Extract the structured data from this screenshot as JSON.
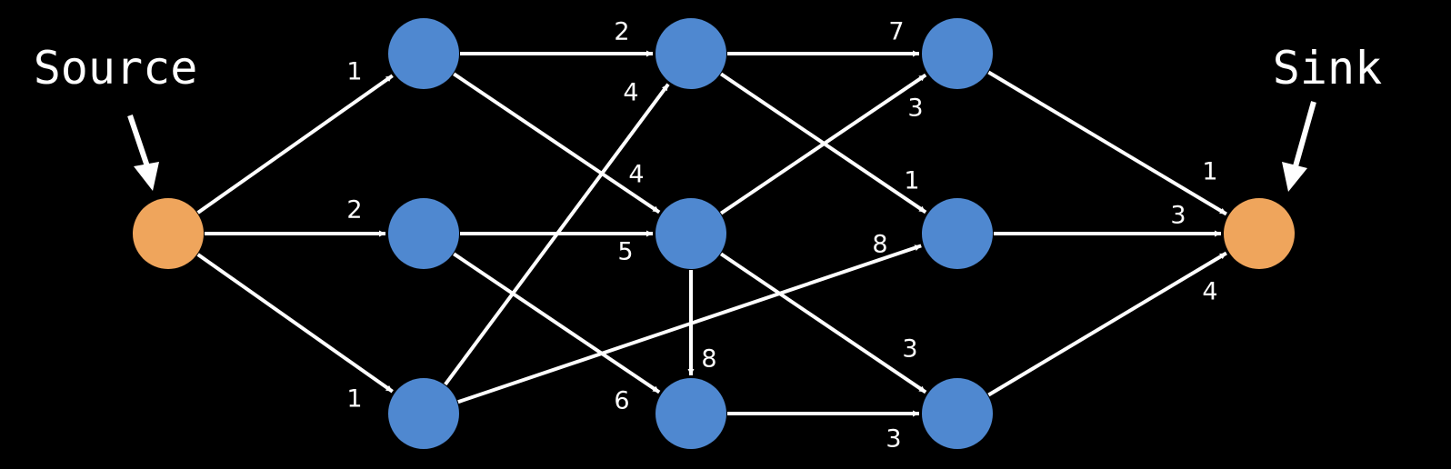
{
  "labels": {
    "source": "Source",
    "sink": "Sink"
  },
  "colors": {
    "background": "#000000",
    "terminal": "#EFA55C",
    "internal": "#4F88D0",
    "edge": "#FFFFFF",
    "text": "#FFFFFF"
  },
  "nodes": [
    {
      "id": "s",
      "kind": "terminal"
    },
    {
      "id": "a1",
      "kind": "internal"
    },
    {
      "id": "a2",
      "kind": "internal"
    },
    {
      "id": "a3",
      "kind": "internal"
    },
    {
      "id": "b1",
      "kind": "internal"
    },
    {
      "id": "b2",
      "kind": "internal"
    },
    {
      "id": "b3",
      "kind": "internal"
    },
    {
      "id": "c1",
      "kind": "internal"
    },
    {
      "id": "c2",
      "kind": "internal"
    },
    {
      "id": "c3",
      "kind": "internal"
    },
    {
      "id": "t",
      "kind": "terminal"
    }
  ],
  "edges": [
    {
      "from": "s",
      "to": "a1",
      "capacity": "1"
    },
    {
      "from": "s",
      "to": "a2",
      "capacity": "2"
    },
    {
      "from": "s",
      "to": "a3",
      "capacity": "1"
    },
    {
      "from": "a1",
      "to": "b1",
      "capacity": "2"
    },
    {
      "from": "a1",
      "to": "b2",
      "capacity": "4"
    },
    {
      "from": "a2",
      "to": "b2",
      "capacity": "5"
    },
    {
      "from": "a2",
      "to": "b3",
      "capacity": "6"
    },
    {
      "from": "a3",
      "to": "b1",
      "capacity": "4"
    },
    {
      "from": "a3",
      "to": "c2",
      "capacity": "8"
    },
    {
      "from": "b1",
      "to": "c1",
      "capacity": "7"
    },
    {
      "from": "b1",
      "to": "c2",
      "capacity": "1"
    },
    {
      "from": "b2",
      "to": "c1",
      "capacity": "3"
    },
    {
      "from": "b2",
      "to": "b3",
      "capacity": "8"
    },
    {
      "from": "b2",
      "to": "c3",
      "capacity": "3"
    },
    {
      "from": "b3",
      "to": "c3",
      "capacity": "3"
    },
    {
      "from": "c1",
      "to": "t",
      "capacity": "1"
    },
    {
      "from": "c2",
      "to": "t",
      "capacity": "3"
    },
    {
      "from": "c3",
      "to": "t",
      "capacity": "4"
    }
  ]
}
